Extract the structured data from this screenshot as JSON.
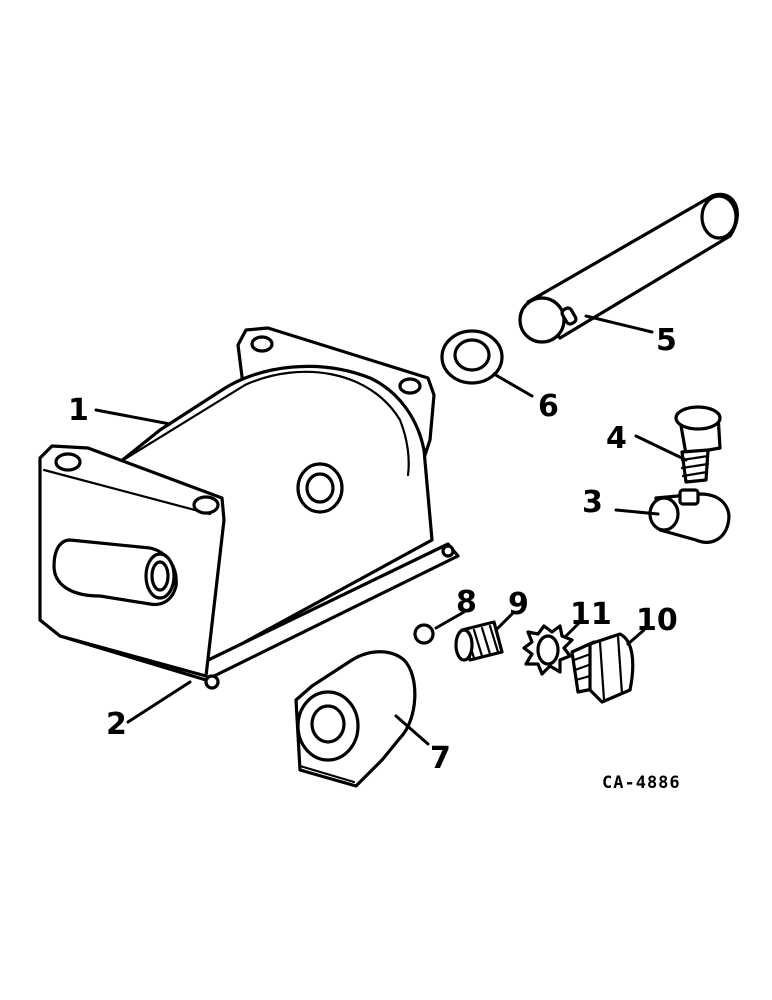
{
  "diagram": {
    "callouts": [
      {
        "id": "c1",
        "text": "1"
      },
      {
        "id": "c2",
        "text": "2"
      },
      {
        "id": "c3",
        "text": "3"
      },
      {
        "id": "c4",
        "text": "4"
      },
      {
        "id": "c5",
        "text": "5"
      },
      {
        "id": "c6",
        "text": "6"
      },
      {
        "id": "c7",
        "text": "7"
      },
      {
        "id": "c8",
        "text": "8"
      },
      {
        "id": "c9",
        "text": "9"
      },
      {
        "id": "c10",
        "text": "10"
      },
      {
        "id": "c11",
        "text": "11"
      }
    ],
    "drawing_code": "CA-4886"
  }
}
